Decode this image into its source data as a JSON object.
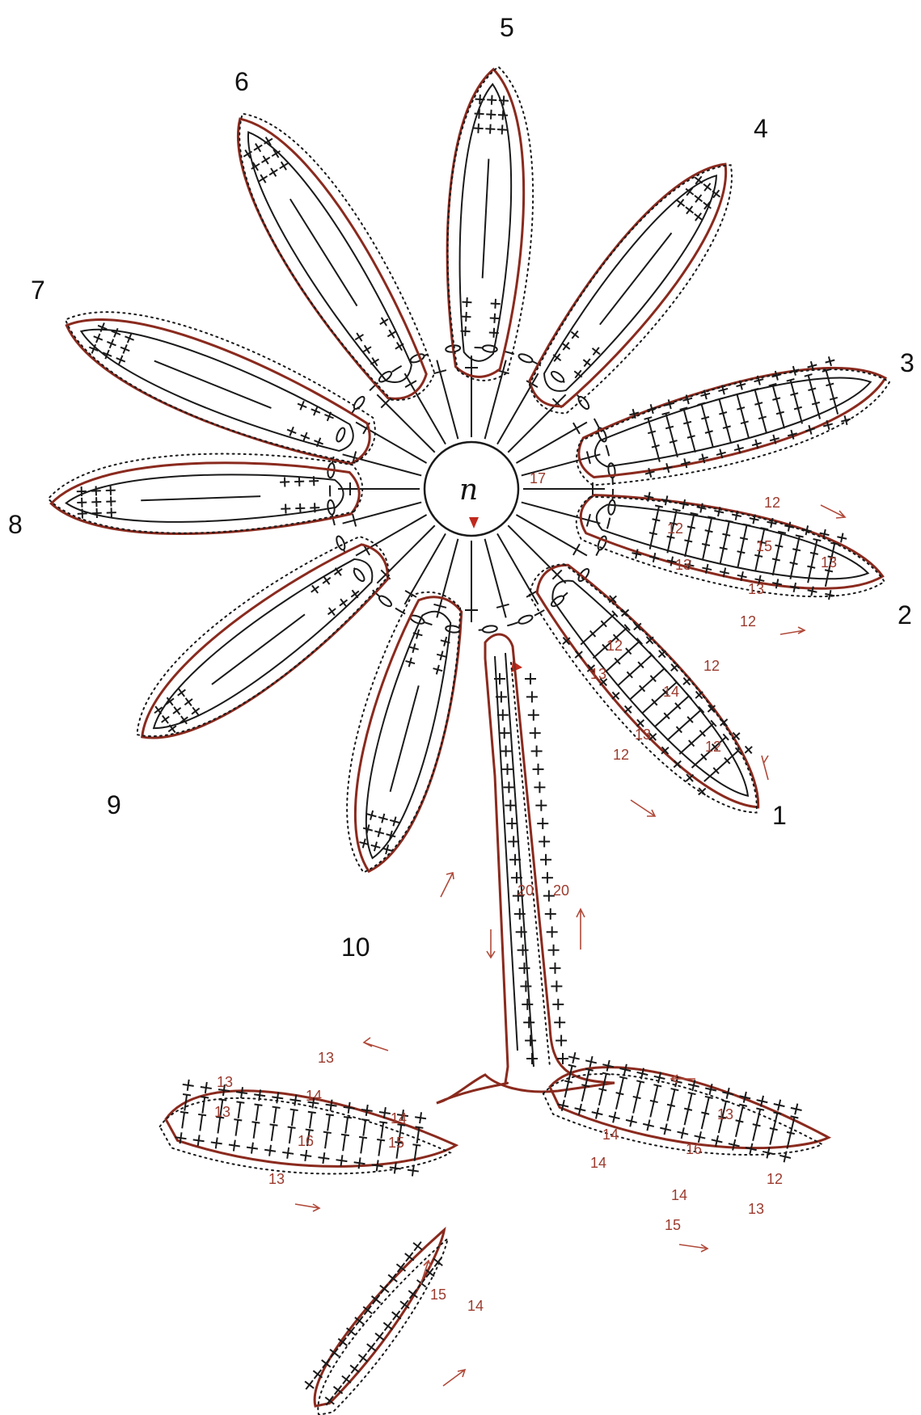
{
  "diagram": {
    "center_label": "n",
    "petal_numbers": [
      "1",
      "2",
      "3",
      "4",
      "5",
      "6",
      "7",
      "8",
      "9",
      "10"
    ],
    "round_labels": {
      "ring": "17",
      "stem_left": "20",
      "stem_right": "20",
      "petal2": [
        "12",
        "12",
        "13",
        "15",
        "13",
        "13",
        "12"
      ],
      "petal1": [
        "12",
        "13",
        "14",
        "13",
        "12",
        "12",
        "12"
      ],
      "leaf_left": [
        "13",
        "13",
        "14",
        "13",
        "14",
        "16",
        "15",
        "13"
      ],
      "leaf_right": [
        "13",
        "14",
        "16",
        "12",
        "14",
        "15",
        "13",
        "14"
      ],
      "bottom_leaf": [
        "15",
        "14"
      ]
    },
    "colors": {
      "outline": "#8a2a1e",
      "stitch": "#1a1a1a",
      "round_number": "#9b3b2e",
      "marker": "#c0281c"
    }
  }
}
